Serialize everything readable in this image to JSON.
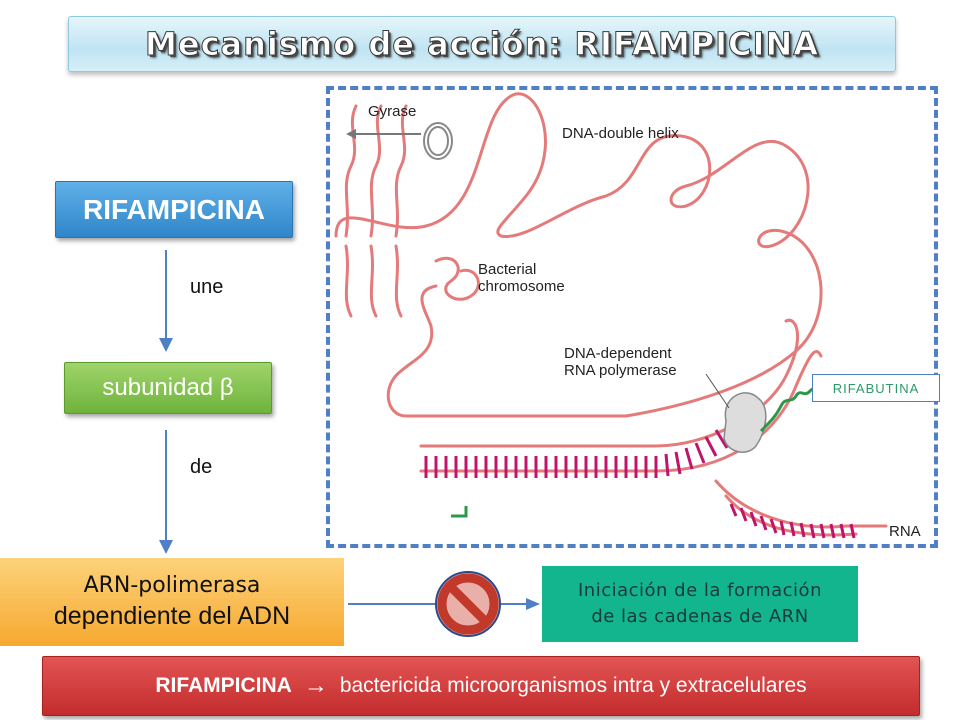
{
  "title": "Mecanismo de acción: RIFAMPICINA",
  "flow": {
    "drug_box": "RIFAMPICINA",
    "verb1": "une",
    "subunit_box": "subunidad β",
    "verb2": "de",
    "enzyme_line1": "ARN-polimerasa",
    "enzyme_line2": "dependiente del ADN"
  },
  "outcome": {
    "line1": "Iniciación de la formación",
    "line2": "de las cadenas de ARN"
  },
  "figure": {
    "gyrase": "Gyrase",
    "dna_helix": "DNA-double helix",
    "chromosome_line1": "Bacterial",
    "chromosome_line2": "chromosome",
    "polymerase_line1": "DNA-dependent",
    "polymerase_line2": "RNA polymerase",
    "rna": "RNA",
    "rifabutina": "RIFABUTINA"
  },
  "bottom": {
    "drug": "RIFAMPICINA",
    "arrow": "→",
    "text": "bactericida microorganismos intra y extracelulares"
  },
  "colors": {
    "dna_strand": "#e47a7a",
    "rna_strand": "#c0146a",
    "drug_strand": "#2a9a4a",
    "prohibit_ring": "#c0392b",
    "arrow": "#4f7fc4"
  }
}
